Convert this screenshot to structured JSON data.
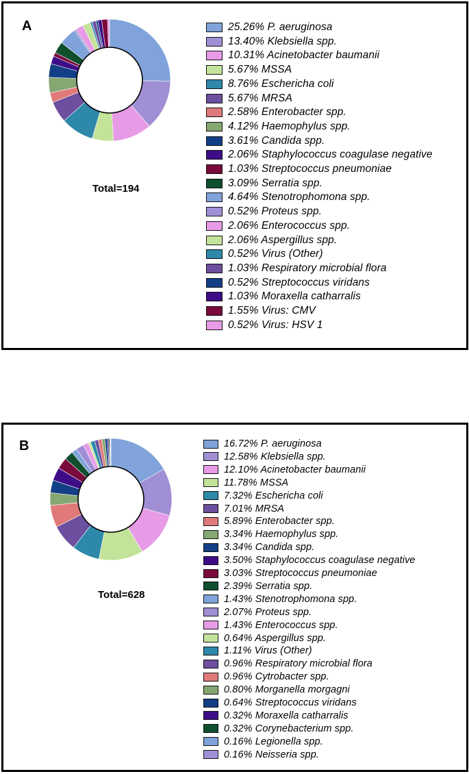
{
  "colors": {
    "cycle": [
      "#7fa3da",
      "#a08fd4",
      "#e79be6",
      "#c4e39a",
      "#2d88aa",
      "#6c4f9e",
      "#e07a7a",
      "#86a672",
      "#133f86",
      "#3d0d87",
      "#7a0a3c",
      "#0f4f2e"
    ]
  },
  "panels": [
    {
      "label": "A",
      "total": "Total=194",
      "chart_data": {
        "type": "pie",
        "donut": true,
        "total_label": "Total=194",
        "slices": [
          {
            "label": "P. aeruginosa",
            "value": 25.26,
            "text": "25.26%  P. aeruginosa",
            "color": "#7fa3da"
          },
          {
            "label": "Klebsiella spp.",
            "value": 13.4,
            "text": "13.40%  Klebsiella spp.",
            "color": "#a08fd4"
          },
          {
            "label": "Acinetobacter baumanii",
            "value": 10.31,
            "text": "10.31%  Acinetobacter baumanii",
            "color": "#e79be6"
          },
          {
            "label": "MSSA",
            "value": 5.67,
            "text": "5.67%  MSSA",
            "color": "#c4e39a"
          },
          {
            "label": "Eschericha coli",
            "value": 8.76,
            "text": "8.76%  Eschericha coli",
            "color": "#2d88aa"
          },
          {
            "label": "MRSA",
            "value": 5.67,
            "text": "5.67%  MRSA",
            "color": "#6c4f9e"
          },
          {
            "label": "Enterobacter spp.",
            "value": 2.58,
            "text": "2.58%  Enterobacter spp.",
            "color": "#e07a7a"
          },
          {
            "label": "Haemophylus spp.",
            "value": 4.12,
            "text": "4.12%  Haemophylus spp.",
            "color": "#86a672"
          },
          {
            "label": "Candida spp.",
            "value": 3.61,
            "text": "3.61%  Candida spp.",
            "color": "#133f86"
          },
          {
            "label": "Staphylococcus coagulase negative",
            "value": 2.06,
            "text": "2.06%  Staphylococcus coagulase negative",
            "color": "#3d0d87"
          },
          {
            "label": "Streptococcus pneumoniae",
            "value": 1.03,
            "text": "1.03%  Streptococcus pneumoniae",
            "color": "#7a0a3c"
          },
          {
            "label": "Serratia spp.",
            "value": 3.09,
            "text": "3.09%  Serratia spp.",
            "color": "#0f4f2e"
          },
          {
            "label": "Stenotrophomona spp.",
            "value": 4.64,
            "text": "4.64%  Stenotrophomona spp.",
            "color": "#7fa3da"
          },
          {
            "label": "Proteus spp.",
            "value": 0.52,
            "text": "0.52%  Proteus spp.",
            "color": "#a08fd4"
          },
          {
            "label": "Enterococcus spp.",
            "value": 2.06,
            "text": "2.06%  Enterococcus spp.",
            "color": "#e79be6"
          },
          {
            "label": "Aspergillus spp.",
            "value": 2.06,
            "text": "2.06%  Aspergillus spp.",
            "color": "#c4e39a"
          },
          {
            "label": "Virus (Other)",
            "value": 0.52,
            "text": "0.52%  Virus (Other)",
            "color": "#2d88aa"
          },
          {
            "label": "Respiratory microbial flora",
            "value": 1.03,
            "text": "1.03%  Respiratory microbial flora",
            "color": "#6c4f9e"
          },
          {
            "label": "Streptococcus viridans",
            "value": 0.52,
            "text": "0.52%  Streptococcus viridans",
            "color": "#133f86"
          },
          {
            "label": "Moraxella catharralis",
            "value": 1.03,
            "text": "1.03%  Moraxella catharralis",
            "color": "#3d0d87"
          },
          {
            "label": "Virus: CMV",
            "value": 1.55,
            "text": "1.55%  Virus: CMV",
            "color": "#7a0a3c"
          },
          {
            "label": "Virus: HSV 1",
            "value": 0.52,
            "text": "0.52%  Virus: HSV 1",
            "color": "#e79be6"
          }
        ]
      }
    },
    {
      "label": "B",
      "total": "Total=628",
      "chart_data": {
        "type": "pie",
        "donut": true,
        "total_label": "Total=628",
        "slices": [
          {
            "label": "P. aeruginosa",
            "value": 16.72,
            "text": "16.72%  P. aeruginosa",
            "color": "#7fa3da"
          },
          {
            "label": "Klebsiella spp.",
            "value": 12.58,
            "text": "12.58%  Klebsiella spp.",
            "color": "#a08fd4"
          },
          {
            "label": "Acinetobacter baumanii",
            "value": 12.1,
            "text": "12.10%  Acinetobacter baumanii",
            "color": "#e79be6"
          },
          {
            "label": "MSSA",
            "value": 11.78,
            "text": "11.78%  MSSA",
            "color": "#c4e39a"
          },
          {
            "label": "Eschericha coli",
            "value": 7.32,
            "text": "7.32%  Eschericha coli",
            "color": "#2d88aa"
          },
          {
            "label": "MRSA",
            "value": 7.01,
            "text": "7.01%  MRSA",
            "color": "#6c4f9e"
          },
          {
            "label": "Enterobacter spp.",
            "value": 5.89,
            "text": "5.89%  Enterobacter spp.",
            "color": "#e07a7a"
          },
          {
            "label": "Haemophylus spp.",
            "value": 3.34,
            "text": "3.34%  Haemophylus spp.",
            "color": "#86a672"
          },
          {
            "label": "Candida spp.",
            "value": 3.34,
            "text": "3.34%  Candida spp.",
            "color": "#133f86"
          },
          {
            "label": "Staphylococcus coagulase negative",
            "value": 3.5,
            "text": "3.50%  Staphylococcus coagulase negative",
            "color": "#3d0d87"
          },
          {
            "label": "Streptococcus pneumoniae",
            "value": 3.03,
            "text": "3.03%  Streptococcus pneumoniae",
            "color": "#7a0a3c"
          },
          {
            "label": "Serratia spp.",
            "value": 2.39,
            "text": "2.39%  Serratia spp.",
            "color": "#0f4f2e"
          },
          {
            "label": "Stenotrophomona spp.",
            "value": 1.43,
            "text": "1.43%  Stenotrophomona spp.",
            "color": "#7fa3da"
          },
          {
            "label": "Proteus spp.",
            "value": 2.07,
            "text": "2.07%  Proteus spp.",
            "color": "#a08fd4"
          },
          {
            "label": "Enterococcus spp.",
            "value": 1.43,
            "text": "1.43%  Enterococcus spp.",
            "color": "#e79be6"
          },
          {
            "label": "Aspergillus spp.",
            "value": 0.64,
            "text": "0.64%  Aspergillus spp.",
            "color": "#c4e39a"
          },
          {
            "label": "Virus (Other)",
            "value": 1.11,
            "text": "1.11%  Virus (Other)",
            "color": "#2d88aa"
          },
          {
            "label": "Respiratory microbial flora",
            "value": 0.96,
            "text": "0.96%  Respiratory microbial flora",
            "color": "#6c4f9e"
          },
          {
            "label": "Cytrobacter spp.",
            "value": 0.96,
            "text": "0.96%  Cytrobacter spp.",
            "color": "#e07a7a"
          },
          {
            "label": "Morganella morgagni",
            "value": 0.8,
            "text": "0.80%  Morganella morgagni",
            "color": "#86a672"
          },
          {
            "label": "Streptococcus viridans",
            "value": 0.64,
            "text": "0.64%  Streptococcus viridans",
            "color": "#133f86"
          },
          {
            "label": "Moraxella catharralis",
            "value": 0.32,
            "text": "0.32%  Moraxella catharralis",
            "color": "#3d0d87"
          },
          {
            "label": "Corynebacterium spp.",
            "value": 0.32,
            "text": "0.32%  Corynebacterium spp.",
            "color": "#0f4f2e"
          },
          {
            "label": "Legionella spp.",
            "value": 0.16,
            "text": "0.16%  Legionella spp.",
            "color": "#7fa3da"
          },
          {
            "label": "Neisseria spp.",
            "value": 0.16,
            "text": "0.16%  Neisseria spp.",
            "color": "#a08fd4"
          }
        ]
      }
    }
  ]
}
